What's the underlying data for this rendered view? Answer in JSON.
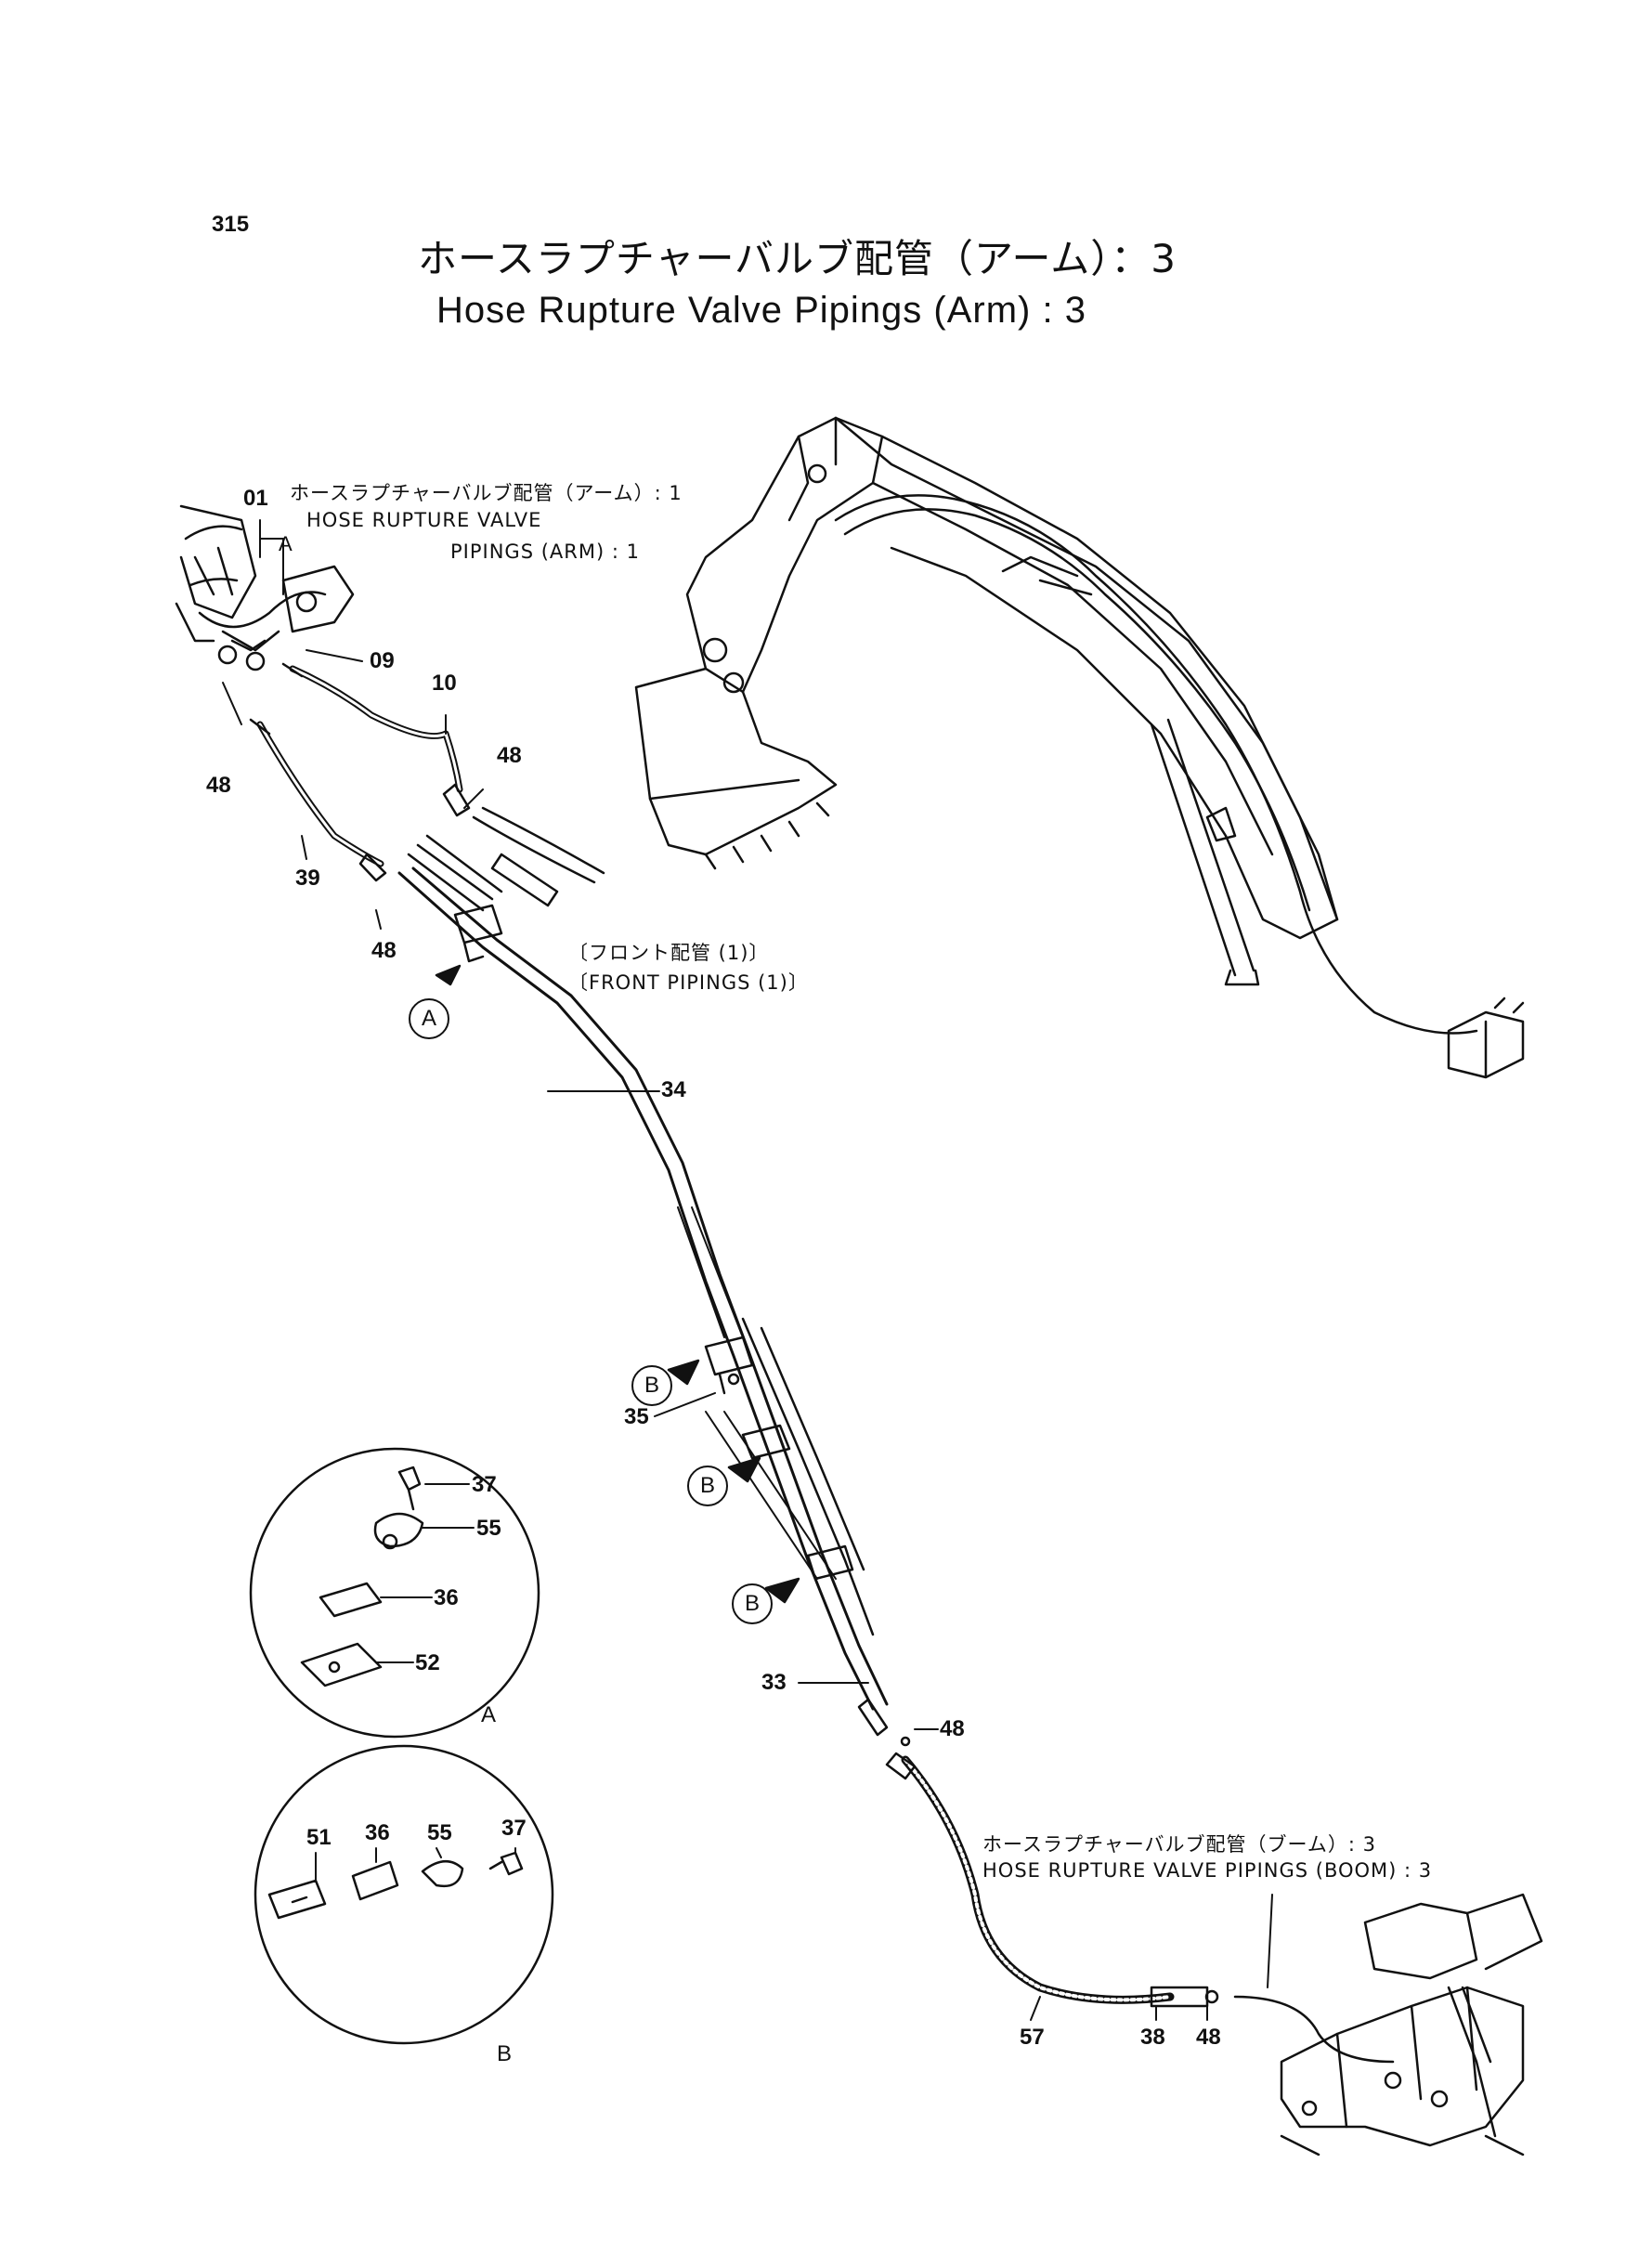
{
  "page_number": "315",
  "title_jp": "ホースラプチャーバルブ配管（アーム）：3",
  "title_en": "Hose Rupture Valve Pipings (Arm) : 3",
  "refs": {
    "arm1_jp": "ホースラプチャーバルブ配管（アーム）: 1",
    "arm1_en1": "HOSE RUPTURE VALVE",
    "arm1_en2": "PIPINGS (ARM) : 1",
    "front_jp": "〔フロント配管 (1)〕",
    "front_en": "〔FRONT PIPINGS (1)〕",
    "boom3_jp": "ホースラプチャーバルブ配管（ブーム）: 3",
    "boom3_en": "HOSE RUPTURE VALVE PIPINGS (BOOM) : 3"
  },
  "part_numbers": {
    "p01": "01",
    "p09": "09",
    "p10": "10",
    "p48a": "48",
    "p48b": "48",
    "p48c": "48",
    "p48d": "48",
    "p48e": "48",
    "p39": "39",
    "p34": "34",
    "p35": "35",
    "p33": "33",
    "p57": "57",
    "p38": "38",
    "a37": "37",
    "a55": "55",
    "a36": "36",
    "a52": "52",
    "b51": "51",
    "b36": "36",
    "b55": "55",
    "b37": "37"
  },
  "callouts": {
    "a": "A",
    "b": "B"
  },
  "detail_labels": {
    "a": "A",
    "b": "B"
  }
}
